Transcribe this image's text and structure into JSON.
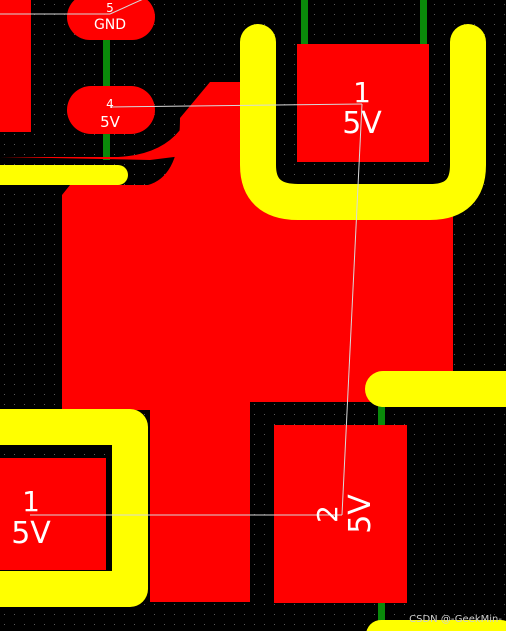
{
  "pcb_view": {
    "background_color": "#000000",
    "copper_color": "#ff0000",
    "silkscreen_color": "#ffff00",
    "trace_color": "#0a8a0a",
    "ratsnest_color": "#d9d9d9",
    "pads": {
      "top_small_1": {
        "number": "5",
        "net": "GND"
      },
      "top_small_2": {
        "number": "4",
        "net": "5V"
      },
      "top_right": {
        "number": "1",
        "net": "5V"
      },
      "bottom_left": {
        "number": "1",
        "net": "5V"
      },
      "bottom_right": {
        "number": "2",
        "net": "5V"
      }
    }
  },
  "watermark": {
    "text": "CSDN @-GeekMin-"
  }
}
